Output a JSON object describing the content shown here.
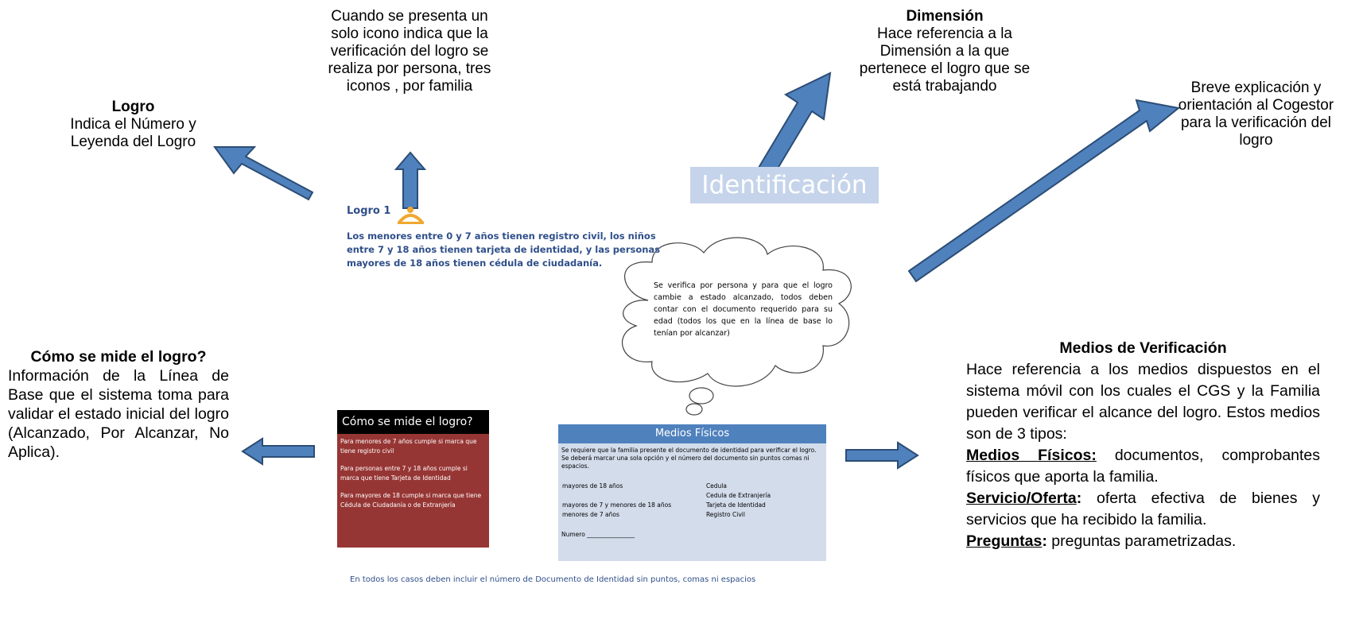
{
  "logro_callout": {
    "title": "Logro",
    "lines": [
      "Indica el Número y",
      "Leyenda del Logro"
    ]
  },
  "icon_callout": {
    "lines": [
      "Cuando se presenta un",
      "solo icono indica que la",
      "verificación del logro se",
      "realiza por persona,  tres",
      "iconos , por familia"
    ]
  },
  "dimension_callout": {
    "title": "Dimensión",
    "lines": [
      "Hace referencia a la",
      "Dimensión a la que",
      "pertenece el logro que se",
      "está trabajando"
    ]
  },
  "breve_callout": {
    "lines": [
      "Breve explicación y",
      "orientación al Cogestor",
      "para la verificación del",
      "logro"
    ]
  },
  "como_callout": {
    "title": "Cómo se mide el logro?",
    "text": "Información de la Línea de Base  que el sistema toma para validar el estado inicial del logro (Alcanzado, Por Alcanzar, No Aplica)."
  },
  "dimension_banner": "Identificación",
  "logro_card": {
    "title": "Logro 1",
    "text": "Los menores entre 0 y 7 años tienen registro civil, los niños entre 7 y 18 años tienen tarjeta de identidad, y las personas mayores de 18 años tienen cédula de ciudadanía."
  },
  "cloud_text": "Se verifica por persona y para que el logro cambie a estado alcanzado, todos deben contar con el documento requerido para su edad (todos los que en la línea de base lo tenían por alcanzar)",
  "measure_card": {
    "title": "Cómo se mide el logro?",
    "items": [
      "Para menores de 7 años cumple si marca que tiene registro civil",
      "Para personas entre 7 y 18 años cumple si marca que tiene Tarjeta de Identidad",
      "Para mayores de 18 cumple si marca que tiene Cédula de Ciudadanía o de Extranjería"
    ]
  },
  "medios_card": {
    "title": "Medios Físicos",
    "intro": "Se requiere que la familia presente el documento de identidad para verificar el logro. Se deberá marcar una sola opción y el número del documento sin puntos comas ni espacios.",
    "rows": [
      {
        "left": "mayores de 18 años",
        "right": "Cedula"
      },
      {
        "left": "",
        "right": "Cedula de Extranjería"
      },
      {
        "left": "mayores de 7 y menores de 18 años",
        "right": "Tarjeta de Identidad"
      },
      {
        "left": "menores de 7 años",
        "right": "Registro Civil"
      }
    ],
    "numero_label": "Numero ________________"
  },
  "bottom_note": "En todos los casos deben incluir el número de Documento de Identidad sin puntos, comas ni espacios",
  "medios_verificacion": {
    "title": "Medios de Verificación",
    "intro": "Hace referencia a los medios dispuestos en el sistema móvil con los cuales el CGS y la Familia pueden verificar el alcance del logro.  Estos medios son de 3 tipos:",
    "items": [
      {
        "label": "Medios Físicos:",
        "text": "documentos, comprobantes físicos que aporta la familia."
      },
      {
        "label": "Servicio/Oferta",
        "text": "oferta efectiva de bienes y servicios que ha recibido la familia."
      },
      {
        "label": "Preguntas",
        "text": "preguntas parametrizadas."
      }
    ]
  },
  "colors": {
    "arrow_fill": "#4f81bd",
    "arrow_stroke": "#2c4d75",
    "banner": "#c5d4ea",
    "dark_red": "#963634",
    "light_blue": "#d3dceb",
    "icon": "#f0a830"
  }
}
